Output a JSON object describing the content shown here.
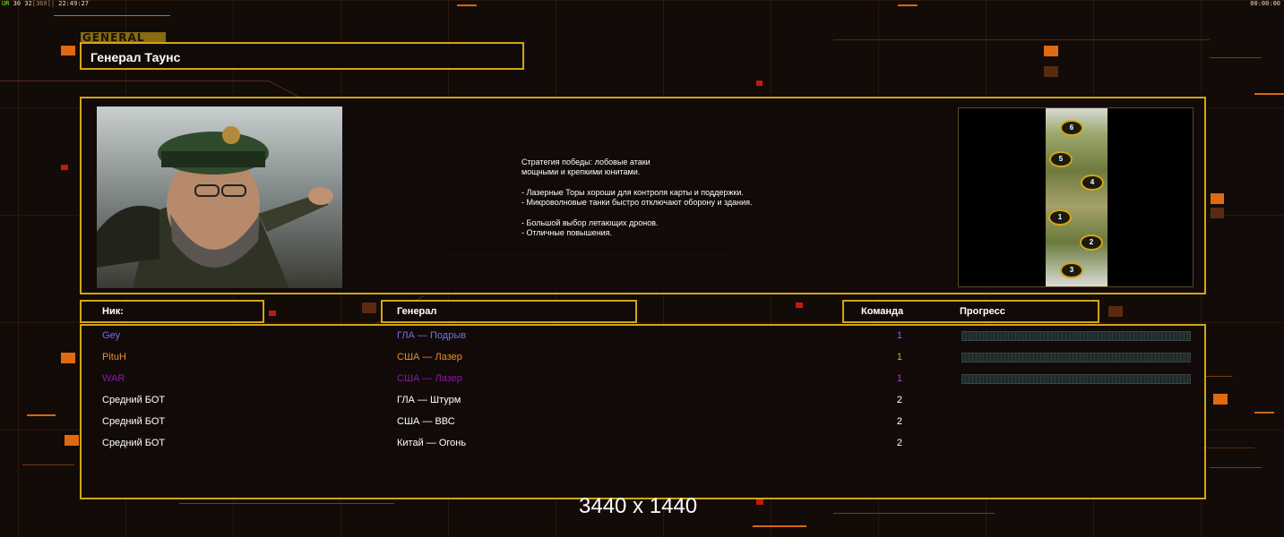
{
  "hud": {
    "top_left_tag": "UR",
    "top_left_a": "30 32",
    "top_left_b": "[360]",
    "top_left_time": "22:49:27",
    "top_right_time": "00:00:00"
  },
  "general": {
    "tag": "GENERAL",
    "name": "Генерал Таунс",
    "description": "Стратегия победы: лобовые атаки\nмощными и крепкими юнитами.\n\n- Лазерные Торы хороши для контроля карты и поддержки.\n- Микроволновые танки быстро отключают оборону и здания.\n\n- Большой выбор летающих дронов.\n- Отличные повышения."
  },
  "minimap": {
    "spots": [
      "6",
      "5",
      "4",
      "1",
      "2",
      "3"
    ]
  },
  "headers": {
    "nick": "Ник:",
    "general": "Генерал",
    "team": "Команда",
    "progress": "Прогресс"
  },
  "players": [
    {
      "nick": "Gey",
      "general": "ГЛА — Подрыв",
      "team": "1",
      "color": "#7070ee",
      "team_color": "#7070ee",
      "progress": 0
    },
    {
      "nick": "PituH",
      "general": "США — Лазер",
      "team": "1",
      "color": "#e8902a",
      "team_color": "#e8a030",
      "progress": 0
    },
    {
      "nick": "WAR",
      "general": "США — Лазер",
      "team": "1",
      "color": "#8a1aa8",
      "team_color": "#a040c8",
      "progress": 0
    },
    {
      "nick": "Средний БОТ",
      "general": "ГЛА — Штурм",
      "team": "2",
      "color": "#ffffff",
      "team_color": "#ffffff"
    },
    {
      "nick": "Средний БОТ",
      "general": "США — ВВС",
      "team": "2",
      "color": "#ffffff",
      "team_color": "#ffffff"
    },
    {
      "nick": "Средний БОТ",
      "general": "Китай — Огонь",
      "team": "2",
      "color": "#ffffff",
      "team_color": "#ffffff"
    }
  ],
  "resolution_label": "3440 x 1440",
  "colors": {
    "frame": "#d2a514",
    "accent": "#e06a12",
    "background": "#120b08"
  }
}
